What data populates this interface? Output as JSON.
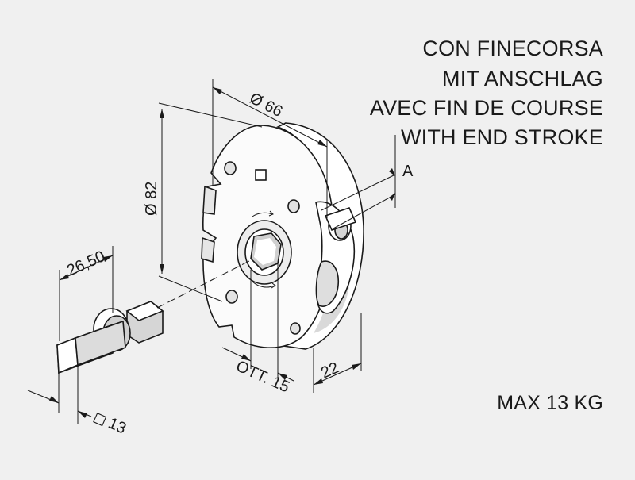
{
  "header_lines": [
    "CON FINECORSA",
    "MIT ANSCHLAG",
    "AVEC FIN DE COURSE",
    "WITH END STROKE"
  ],
  "max_load": "MAX 13 KG",
  "dimensions": {
    "disc_diameter": "Ø 66",
    "overall_diameter": "Ø 82",
    "shaft_length": "26,50",
    "hex_size": "OTT. 15",
    "disc_depth": "22",
    "square_size": "13",
    "square_symbol": "◻"
  },
  "callout": "A"
}
